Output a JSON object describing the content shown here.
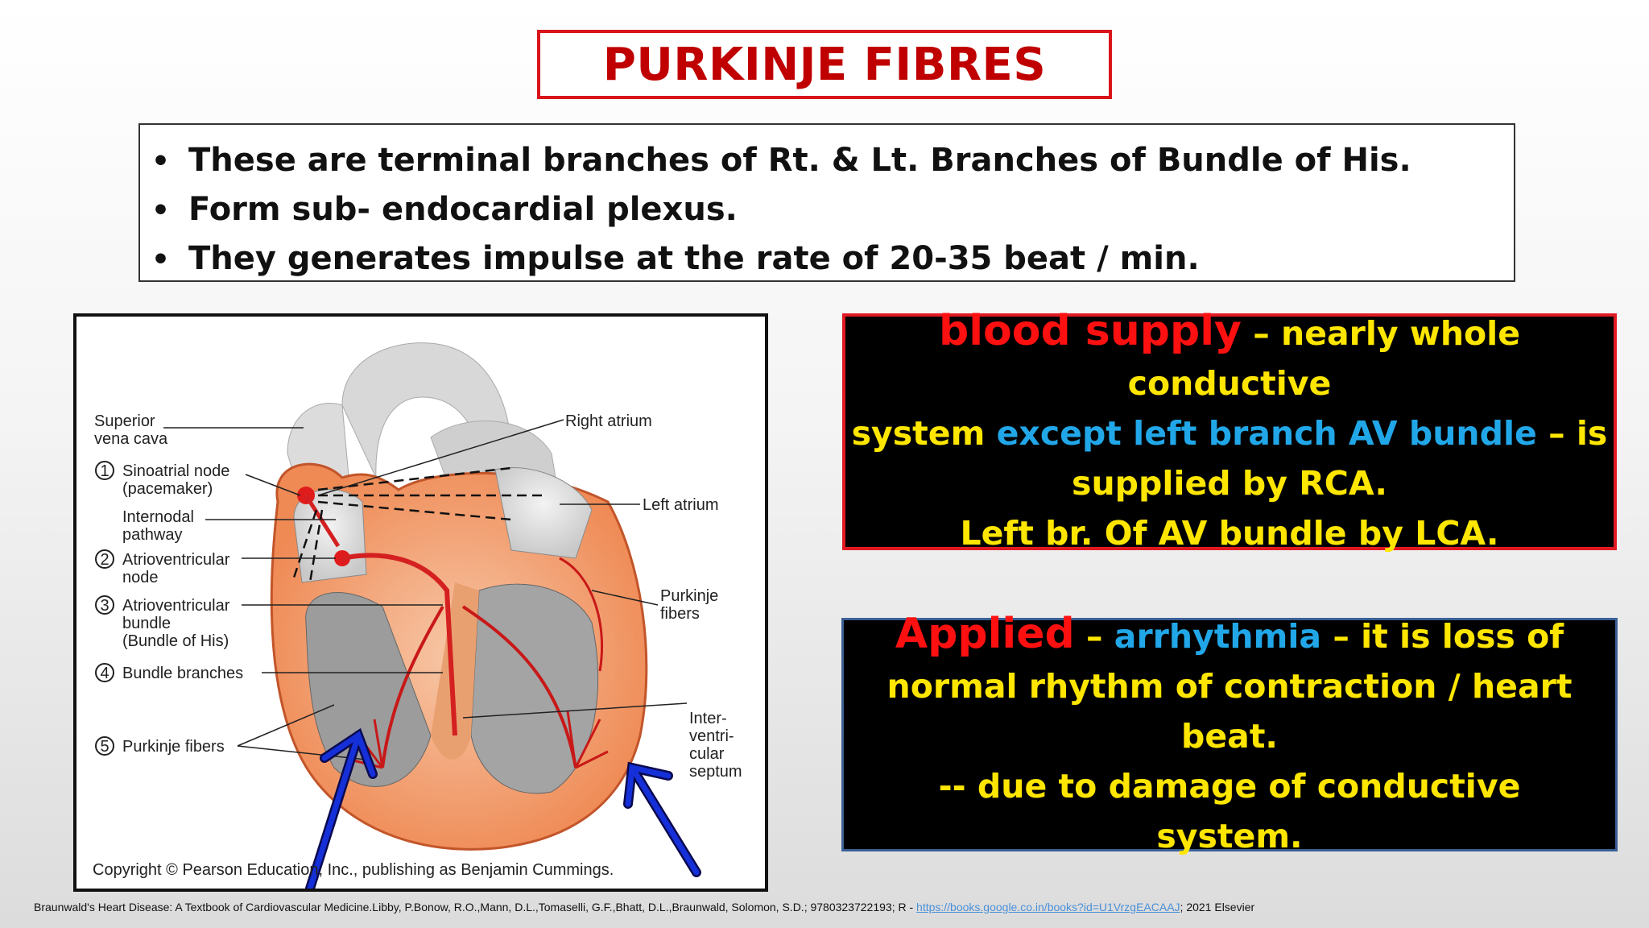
{
  "title": "PURKINJE FIBRES",
  "bullets": [
    "These are terminal branches of Rt. &  Lt. Branches of  Bundle of His.",
    "Form sub-  endocardial plexus.",
    "They generates  impulse at the rate of 20-35 beat / min."
  ],
  "figure": {
    "labels": {
      "superior_vena_cava_1": "Superior",
      "superior_vena_cava_2": "vena cava",
      "sa_node_1": "Sinoatrial node",
      "sa_node_2": "(pacemaker)",
      "internodal_1": "Internodal",
      "internodal_2": "pathway",
      "av_node_1": "Atrioventricular",
      "av_node_2": "node",
      "av_bundle_1": "Atrioventricular",
      "av_bundle_2": "bundle",
      "av_bundle_3": "(Bundle of His)",
      "bundle_branches": "Bundle branches",
      "purkinje_left": "Purkinje fibers",
      "right_atrium": "Right atrium",
      "left_atrium": "Left atrium",
      "purkinje_right_1": "Purkinje",
      "purkinje_right_2": "fibers",
      "septum_1": "Inter-",
      "septum_2": "ventri-",
      "septum_3": "cular",
      "septum_4": "septum",
      "n1": "1",
      "n2": "2",
      "n3": "3",
      "n4": "4",
      "n5": "5",
      "copyright": "Copyright © Pearson Education, Inc., publishing as Benjamin Cummings."
    }
  },
  "blood_supply": {
    "heading": "blood supply",
    "dash": " – ",
    "line1": "nearly whole conductive",
    "line2a": "system ",
    "line2b": "except left branch AV bundle",
    "line2c": " – is",
    "line3": "supplied by RCA.",
    "line4": "Left br. Of AV bundle by LCA."
  },
  "applied": {
    "heading": "Applied",
    "dash1": " – ",
    "term": "arrhythmia",
    "rest1": " – it is loss of",
    "line2": "normal rhythm of contraction / heart beat.",
    "line3": "-- due to damage of conductive",
    "line4": "system."
  },
  "source": {
    "text": "Braunwald's Heart Disease: A Textbook of Cardiovascular Medicine.Libby, P.Bonow, R.O.,Mann, D.L.,Tomaselli, G.F.,Bhatt, D.L.,Braunwald, Solomon, S.D.; 9780323722193; R  - ",
    "link": "https://books.google.co.in/books?id=U1VrzgEACAAJ",
    "suffix": "; 2021 Elsevier"
  },
  "colors": {
    "title_red": "#c00000",
    "highlight_red": "#ff1010",
    "highlight_yellow": "#ffe600",
    "highlight_cyan": "#21a7e8",
    "arrow_blue": "#1530d8"
  }
}
